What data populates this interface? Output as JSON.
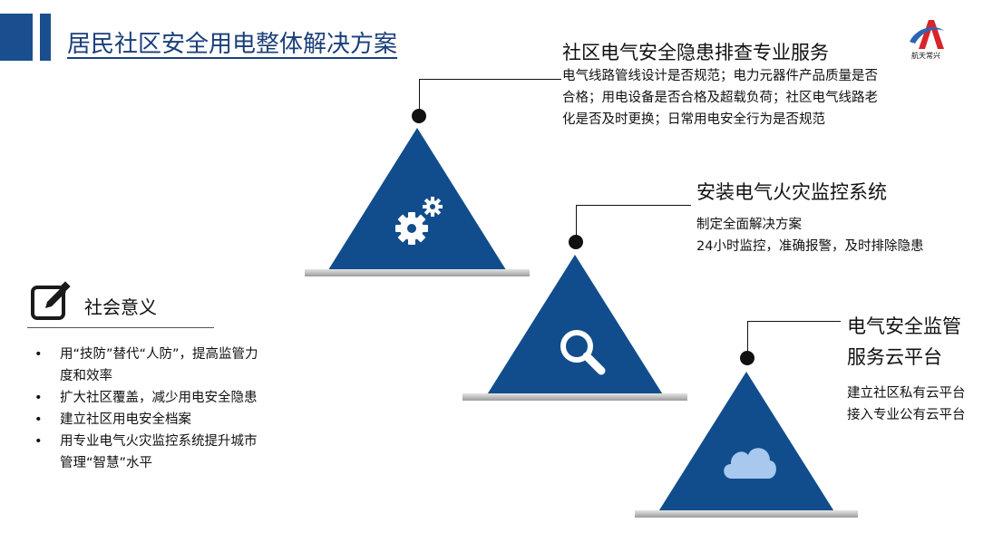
{
  "header": {
    "title": "居民社区安全用电整体解决方案"
  },
  "logo": {
    "text": "航天常兴",
    "brand_color": "#d8242b"
  },
  "services": [
    {
      "title": "社区电气安全隐患排查专业服务",
      "description": "电气线路管线设计是否规范；电力元器件产品质量是否合格；用电设备是否合格及超载负荷；社区电气线路老化是否及时更换；日常用电安全行为是否规范",
      "icon": "gears-icon"
    },
    {
      "title": "安装电气火灾监控系统",
      "lines": [
        "制定全面解决方案",
        "24小时监控，准确报警，及时排除隐患"
      ],
      "icon": "magnifier-icon"
    },
    {
      "title_lines": [
        "电气安全监管",
        "服务云平台"
      ],
      "lines": [
        "建立社区私有云平台",
        "接入专业公有云平台"
      ],
      "icon": "cloud-icon"
    }
  ],
  "meaning": {
    "title": "社会意义",
    "items": [
      "用“技防”替代“人防”，提高监管力度和效率",
      "扩大社区覆盖，减少用电安全隐患",
      "建立社区用电安全档案",
      "用专业电气火灾监控系统提升城市管理“智慧”水平"
    ]
  },
  "colors": {
    "primary": "#1a4f8f",
    "triangle": "#114d8c",
    "cloud": "#a8c8ee"
  }
}
